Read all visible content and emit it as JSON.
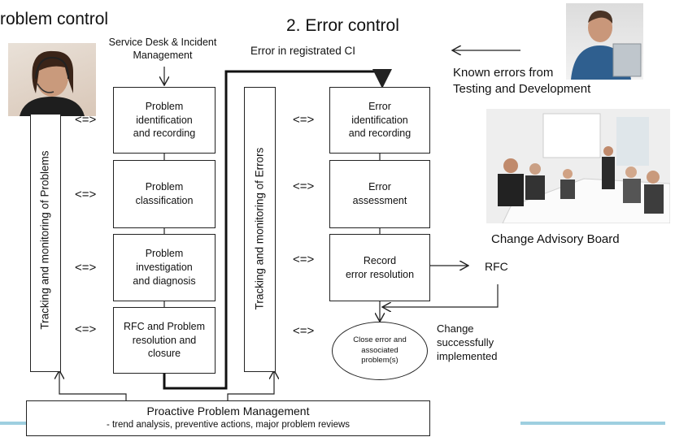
{
  "titles": {
    "problem_control": "roblem control",
    "error_control": "2. Error control"
  },
  "labels": {
    "service_desk": "Service Desk & Incident\nManagement",
    "error_in_ci": "Error in registrated CI",
    "known_errors": "Known errors from\nTesting and Development",
    "change_advisory_board": "Change Advisory Board",
    "rfc": "RFC",
    "change_successful": "Change\nsuccessfully\nimplemented",
    "tracking_problems": "Tracking and monitoring of Problems",
    "tracking_errors": "Tracking and monitoring of Errors",
    "double_arrow": "<=>"
  },
  "problem_steps": [
    "Problem\nidentification\nand recording",
    "Problem\nclassification",
    "Problem\ninvestigation\nand diagnosis",
    "RFC and Problem\nresolution and\nclosure"
  ],
  "error_steps": [
    "Error\nidentification\nand recording",
    "Error\nassessment",
    "Record\nerror resolution"
  ],
  "close_error": "Close error and\nassociated\nproblem(s)",
  "proactive": {
    "title": "Proactive Problem Management",
    "subtitle": "- trend analysis, preventive actions, major problem reviews"
  },
  "icons": {
    "agent_photo": "headset-agent-photo",
    "developer_photo": "developer-at-laptop-photo",
    "meeting_photo": "board-meeting-photo"
  },
  "colors": {
    "accent": "#9ecfe0",
    "line": "#222222"
  }
}
